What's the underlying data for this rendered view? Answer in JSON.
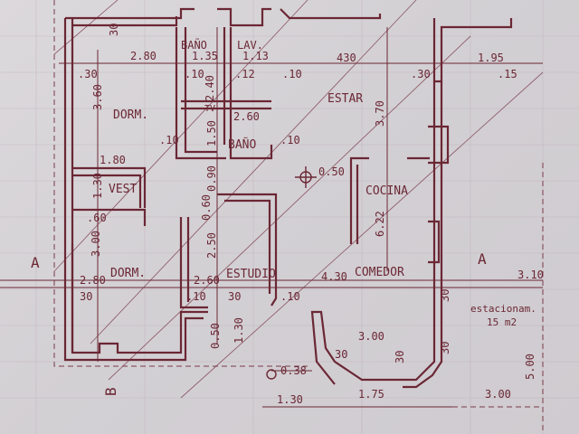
{
  "image": {
    "description": "Architectural floor plan drawn in dark red ink on grid paper"
  },
  "rooms": {
    "bano_top": "BAÑO",
    "lav": "LAV.",
    "dorm1": "DORM.",
    "estar": "ESTAR",
    "tv": "TV",
    "bano2": "BAÑO",
    "vest": "VEST",
    "cocina": "COCINA",
    "dorm2": "DORM.",
    "estudio": "ESTUDIO",
    "comedor": "COMEDOR",
    "estacionam": "estacionam.",
    "estacionam_area": "15  m2"
  },
  "section_marks": {
    "a_left": "A",
    "a_right": "A",
    "b": "B"
  },
  "dimensions": {
    "d280": "2.80",
    "d135": "1.35",
    "d113": "1.13",
    "d430_top": "430",
    "d195": "1.95",
    "d30_a": ".30",
    "d10_a": ".10",
    "d12": ".12",
    "d10_b": ".10",
    "d30_b": ".30",
    "d15": ".15",
    "d240": "2.40",
    "d360": "3.60",
    "d260_a": "2.60",
    "d370": "3.70",
    "d10_c": ".10",
    "d150": "1.50",
    "d10_d": ".10",
    "d180": "1.80",
    "d090": "0.90",
    "d050_a": "0.50",
    "d130_a": "1.30",
    "d060_a": "0.60",
    "d60": ".60",
    "d622": "6.22",
    "d300_a": "3.00",
    "d250": "2.50",
    "d280b": "2.80",
    "d260_b": "2.60",
    "d430_mid": "4.30",
    "d310": "3.10",
    "d30_c": "30",
    "d10_e": ".10",
    "d30_d": "30",
    "d10_f": ".10",
    "d30_e": "30",
    "d300_b": "3.00",
    "d050_b": "0.50",
    "d130_b": "1.30",
    "d038": "0.38",
    "d30_f": "30",
    "d175": "1.75",
    "d30_g": "30",
    "d500": "5.00",
    "d300_c": "3.00",
    "d30_h": "30",
    "d30_i": "30",
    "d130_c": "1.30"
  }
}
